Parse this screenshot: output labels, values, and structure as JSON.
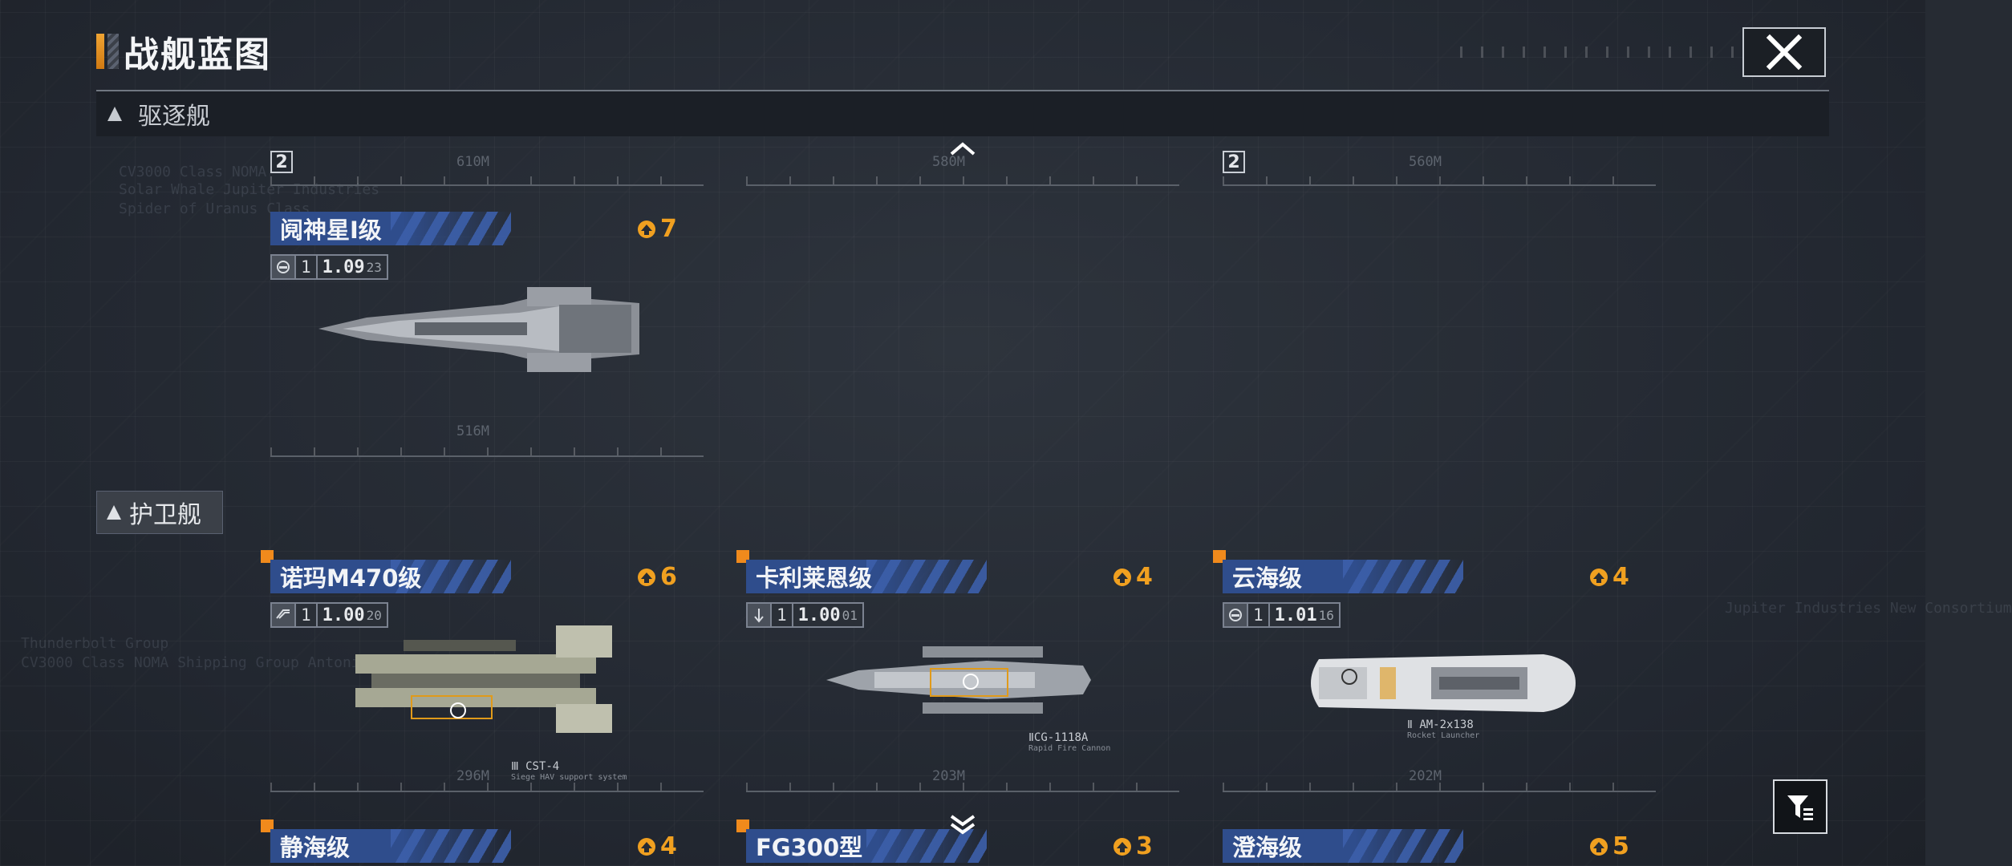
{
  "header": {
    "title": "战舰蓝图"
  },
  "sections": {
    "destroyer": "驱逐舰",
    "escort": "护卫舰"
  },
  "ghost_row": {
    "cards": [
      {
        "badge": "2",
        "length": "610M"
      },
      {
        "badge": "",
        "length": "580M"
      },
      {
        "badge": "2",
        "length": "560M"
      }
    ]
  },
  "cards": [
    {
      "name": "阋神星Ⅰ级",
      "count": "7",
      "stat_level": "1",
      "stat_main": "1.09",
      "stat_minor": "23",
      "length": "516M",
      "callout": "",
      "callout_sub": "",
      "highlight": false
    },
    {
      "name": "诺玛M470级",
      "count": "6",
      "stat_level": "1",
      "stat_main": "1.00",
      "stat_minor": "20",
      "length": "296M",
      "callout": "Ⅲ CST-4",
      "callout_sub": "Siege HAV support system",
      "highlight": true
    },
    {
      "name": "卡利莱恩级",
      "count": "4",
      "stat_level": "1",
      "stat_main": "1.00",
      "stat_minor": "01",
      "length": "203M",
      "callout": "ⅡCG-1118A",
      "callout_sub": "Rapid Fire Cannon",
      "highlight": true
    },
    {
      "name": "云海级",
      "count": "4",
      "stat_level": "1",
      "stat_main": "1.01",
      "stat_minor": "16",
      "length": "202M",
      "callout": "Ⅱ AM-2x138",
      "callout_sub": "Rocket Launcher",
      "highlight": true
    },
    {
      "name": "静海级",
      "count": "4",
      "highlight": true
    },
    {
      "name": "FG300型",
      "count": "3",
      "highlight": true
    },
    {
      "name": "澄海级",
      "count": "5",
      "highlight": false
    }
  ],
  "bg_text": {
    "line1": "CV3000 Class NOMA",
    "line2": "Solar Whale Jupiter Industries",
    "line3": "Spider of Uranus Class",
    "line4": "Thunderbolt Group",
    "line5": "CV3000 Class NOMA Shipping Group Antonius Consortium",
    "line6": "Jupiter Industries  New Consortium"
  },
  "colors": {
    "accent": "#f0a020",
    "name_bar": "#2f4d8c",
    "marker": "#f08a1c"
  }
}
